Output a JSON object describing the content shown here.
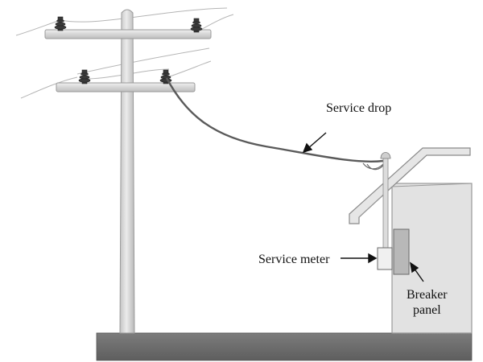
{
  "labels": {
    "service_drop": "Service drop",
    "service_meter": "Service meter",
    "breaker_panel_line1": "Breaker",
    "breaker_panel_line2": "panel"
  },
  "colors": {
    "pole": "#d6d6d6",
    "pole_edge": "#9a9a9a",
    "wire": "#5a5a5a",
    "ground": "#6e6e6e",
    "house_wall": "#e2e2e2",
    "insulator": "#3a3a3a",
    "label_text": "#111111"
  }
}
